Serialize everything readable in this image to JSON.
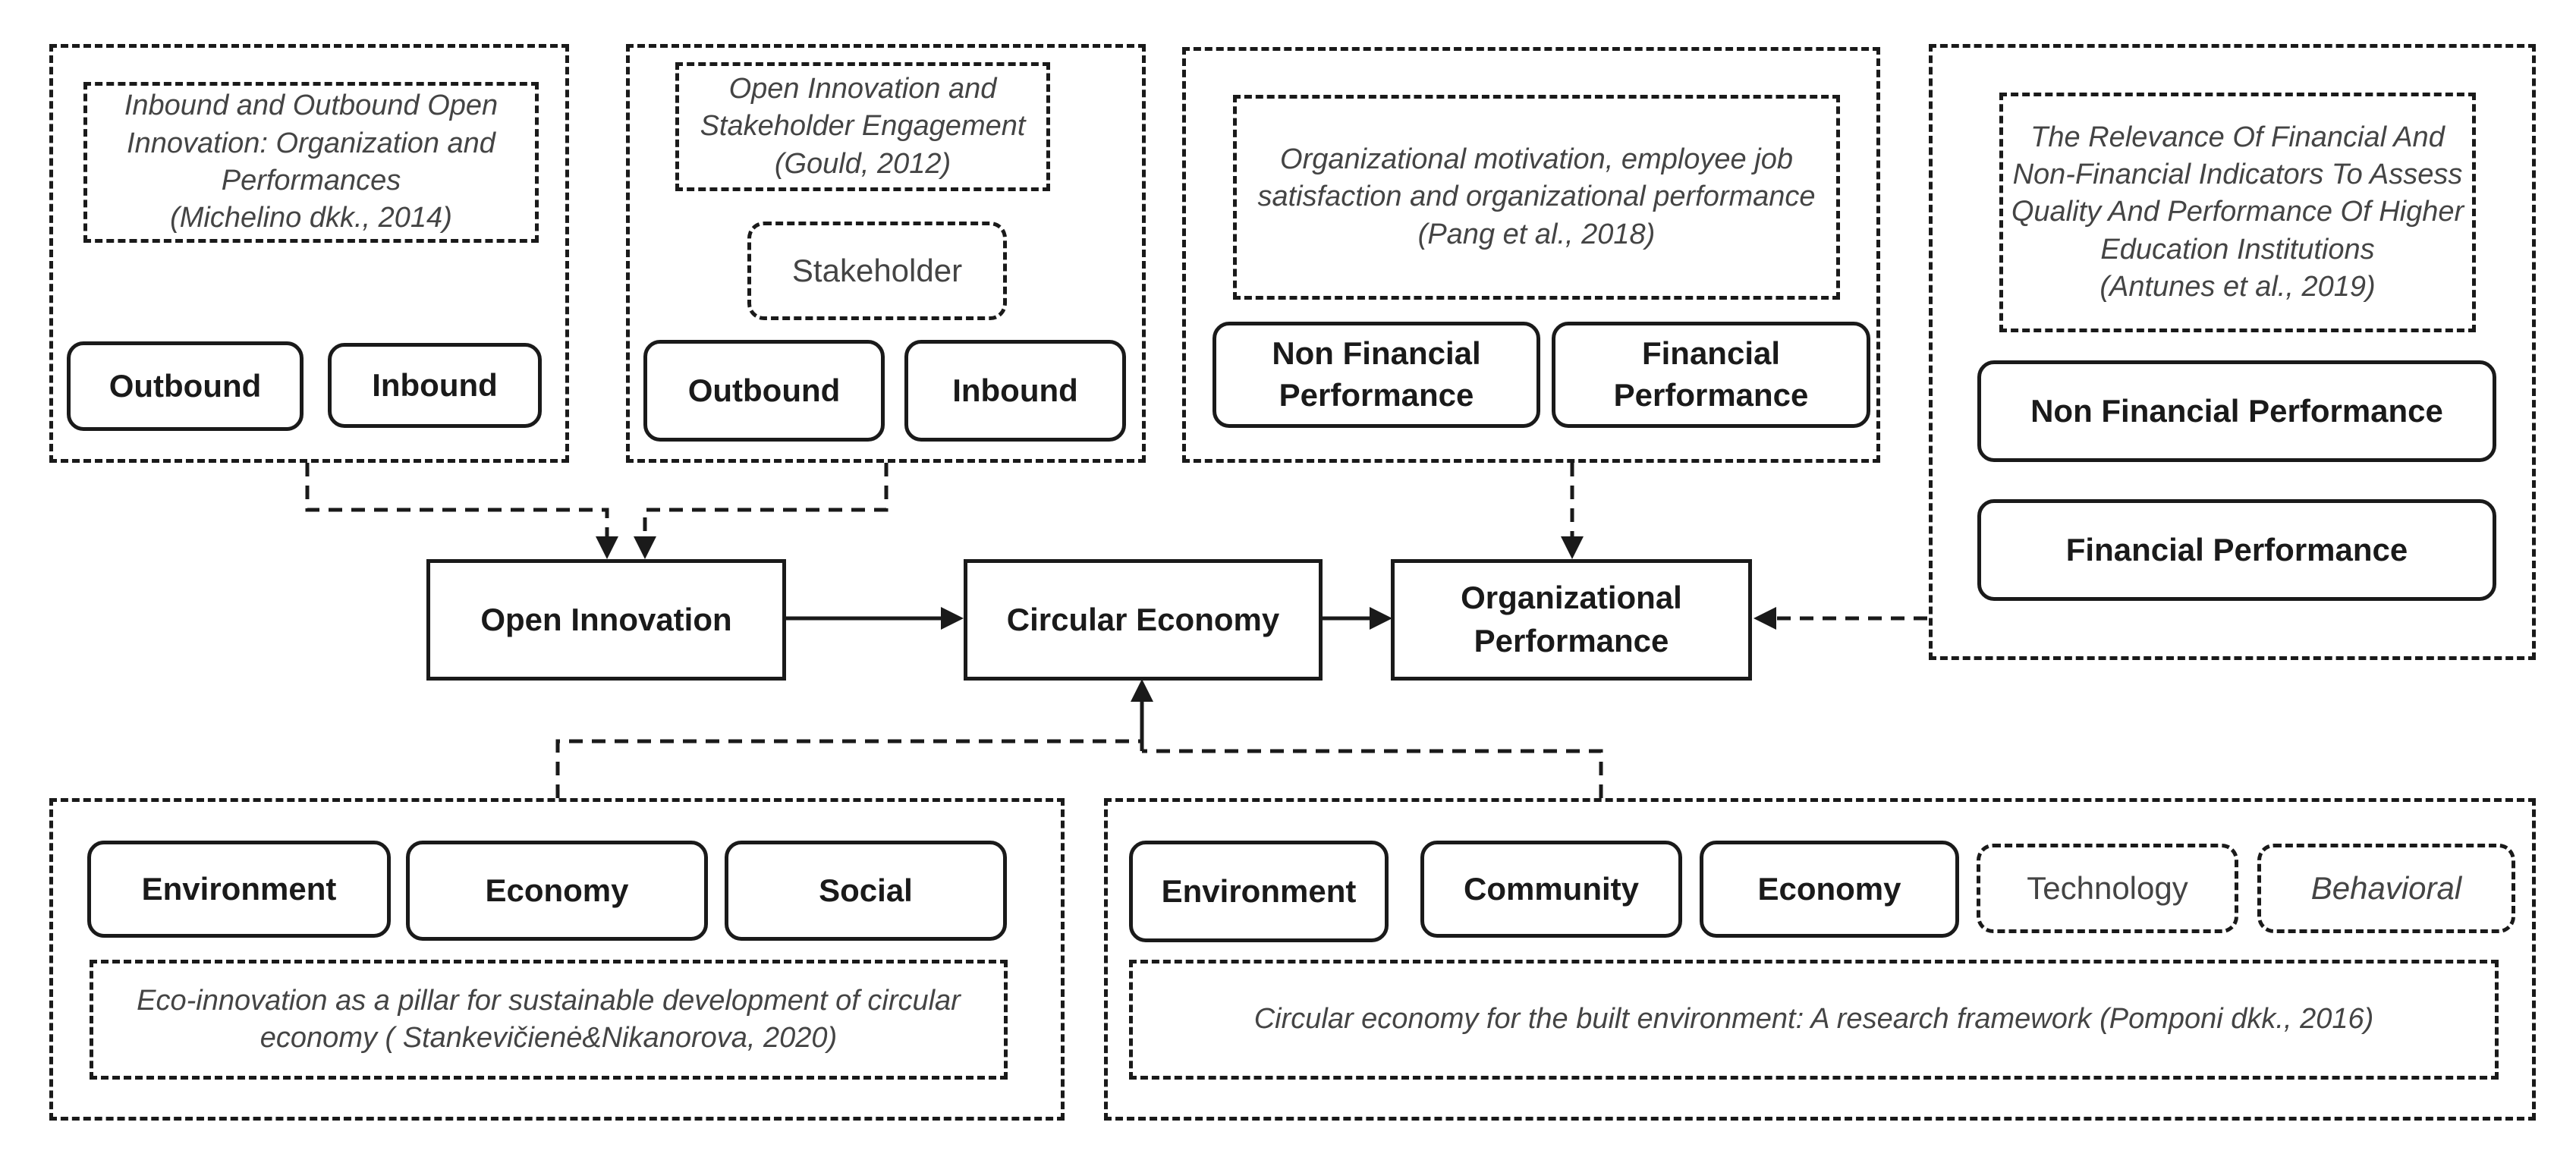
{
  "group1": {
    "title": "Inbound and Outbound Open Innovation: Organization and Performances",
    "citation": "(Michelino dkk., 2014)",
    "outbound": "Outbound",
    "inbound": "Inbound"
  },
  "group2": {
    "title": "Open Innovation and Stakeholder Engagement",
    "citation": "(Gould, 2012)",
    "stakeholder": "Stakeholder",
    "outbound": "Outbound",
    "inbound": "Inbound"
  },
  "group3": {
    "title": "Organizational motivation, employee job satisfaction and organizational performance",
    "citation": "(Pang et al., 2018)",
    "non_financial": "Non Financial Performance",
    "financial": "Financial Performance"
  },
  "group4": {
    "title": "The Relevance Of Financial And Non-Financial Indicators To Assess Quality And Performance Of Higher Education Institutions",
    "citation": "(Antunes et al., 2019)",
    "non_financial": "Non Financial Performance",
    "financial": "Financial Performance"
  },
  "core": {
    "open_innovation": "Open Innovation",
    "circular_economy": "Circular Economy",
    "organizational_performance": "Organizational Performance"
  },
  "group5": {
    "environment": "Environment",
    "economy": "Economy",
    "social": "Social",
    "reference": "Eco-innovation as a pillar for sustainable development of circular economy ( Stankevičienė&Nikanorova, 2020)"
  },
  "group6": {
    "environment": "Environment",
    "community": "Community",
    "economy": "Economy",
    "technology": "Technology",
    "behavioral": "Behavioral",
    "reference": "Circular economy for the built environment: A research framework (Pomponi dkk., 2016)"
  }
}
